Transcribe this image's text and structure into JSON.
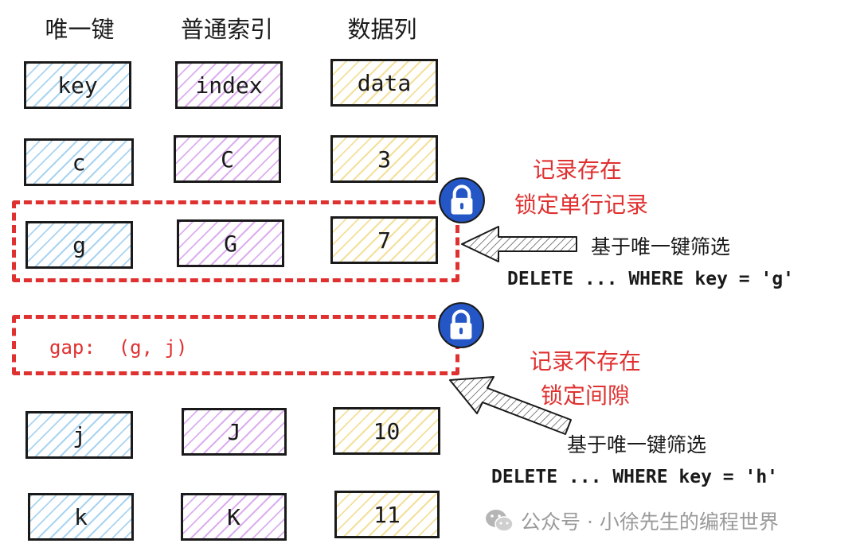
{
  "headers": [
    "唯一键",
    "普通索引",
    "数据列"
  ],
  "rows": [
    [
      "key",
      "index",
      "data"
    ],
    [
      "c",
      "C",
      "3"
    ],
    [
      "g",
      "G",
      "7"
    ],
    [
      "j",
      "J",
      "10"
    ],
    [
      "k",
      "K",
      "11"
    ]
  ],
  "gap_label": "gap:  (g, j)",
  "annotation_exist": {
    "status": "记录存在",
    "action": "锁定单行记录",
    "filter": "基于唯一键筛选",
    "sql": "DELETE ... WHERE key = 'g'"
  },
  "annotation_not_exist": {
    "status": "记录不存在",
    "action": "锁定间隙",
    "filter": "基于唯一键筛选",
    "sql": "DELETE ... WHERE key = 'h'"
  },
  "watermark": "公众号 · 小徐先生的编程世界",
  "colors": {
    "key_fill": "#a9d4f1",
    "index_fill": "#dcaef0",
    "data_fill": "#f3e09a",
    "highlight": "#e03131",
    "lock": "#2457c5"
  }
}
